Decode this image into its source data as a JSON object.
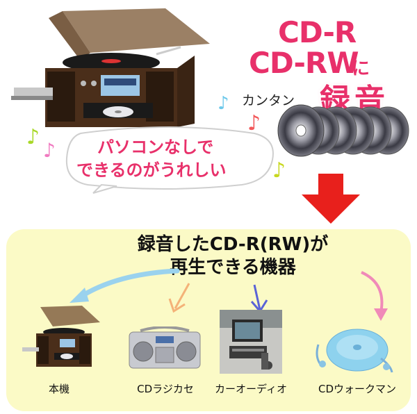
{
  "headline": {
    "line1": "CD-R",
    "line2": "CD-RW",
    "particle": "に",
    "easy": "カンタン",
    "record": "録音"
  },
  "bubble": {
    "line1": "パソコンなしで",
    "line2": "できるのがうれしい"
  },
  "panel": {
    "title_line1": "録音したCD-R(RW)が",
    "title_line2": "再生できる機器"
  },
  "devices": [
    {
      "label": "本機",
      "icon": "turntable-icon"
    },
    {
      "label": "CDラジカセ",
      "icon": "boombox-icon"
    },
    {
      "label": "カーオーディオ",
      "icon": "car-audio-icon"
    },
    {
      "label": "CDウォークマン",
      "icon": "cd-walkman-icon"
    }
  ],
  "colors": {
    "accent_pink": "#e8306a",
    "arrow_red": "#e8201c",
    "panel_yellow": "#fbfac6",
    "arrow_blue": "#9ad2ee",
    "arrow_orange": "#f4b278",
    "arrow_violet": "#5a63d6",
    "arrow_pink": "#f08ab8"
  }
}
